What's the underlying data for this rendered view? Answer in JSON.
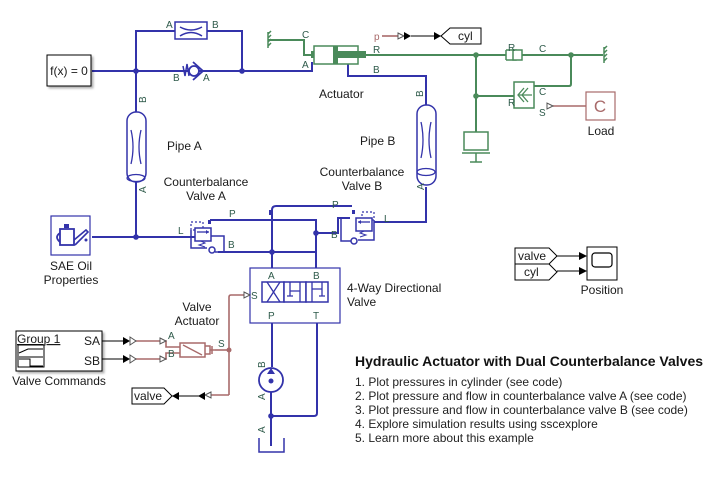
{
  "model": {
    "title": "Hydraulic Actuator with Dual Counterbalance Valves",
    "links": [
      "1. Plot pressures in cylinder (see code)",
      "2. Plot pressure and flow in counterbalance valve A (see code)",
      "3. Plot pressure and flow in counterbalance valve B (see code)",
      "4. Explore simulation results using sscexplore",
      "5. Learn more about this example"
    ]
  },
  "blocks": {
    "solver": {
      "label": "f(x) = 0"
    },
    "actuator": {
      "label": "Actuator",
      "ports": {
        "C": "C",
        "A": "A",
        "R": "R",
        "B": "B"
      }
    },
    "pipe_a": {
      "label": "Pipe A",
      "port_top": "B",
      "port_bottom": "A"
    },
    "pipe_b": {
      "label": "Pipe B",
      "port_top": "B",
      "port_bottom": "A"
    },
    "orifice": {
      "port_a": "A",
      "port_b": "B"
    },
    "check_valve": {
      "port_a": "A",
      "port_b": "B"
    },
    "cb_valve_a": {
      "label_line1": "Counterbalance",
      "label_line2": "Valve A",
      "ports": {
        "P": "P",
        "L": "L",
        "B": "B"
      }
    },
    "cb_valve_b": {
      "label_line1": "Counterbalance",
      "label_line2": "Valve B",
      "ports": {
        "P": "P",
        "L": "L",
        "B": "B"
      }
    },
    "oil": {
      "label_line1": "SAE Oil",
      "label_line2": "Properties"
    },
    "dir_valve": {
      "label_line1": "4-Way Directional",
      "label_line2": "Valve",
      "ports": {
        "A": "A",
        "B": "B",
        "P": "P",
        "T": "T",
        "S": "S"
      }
    },
    "valve_actuator": {
      "label_line1": "Valve",
      "label_line2": "Actuator",
      "ports": {
        "A": "A",
        "B": "B",
        "S": "S"
      }
    },
    "valve_commands": {
      "label": "Valve Commands",
      "group": "Group 1",
      "ports": [
        "SA",
        "SB"
      ]
    },
    "pump": {
      "port_top": "B",
      "port_bottom": "A"
    },
    "tank": {
      "port": "A"
    },
    "load": {
      "label": "Load",
      "glyph": "C"
    },
    "damper": {
      "port_r": "R",
      "port_c": "C"
    },
    "force_source": {
      "port_r": "R",
      "port_c": "C",
      "port_s": "S"
    },
    "position_scope": {
      "label": "Position"
    },
    "sensor_p": {
      "label": "p"
    },
    "goto_cyl": {
      "label": "cyl"
    },
    "goto_valve": {
      "label": "valve"
    },
    "from_valve": {
      "label": "valve"
    },
    "from_cyl": {
      "label": "cyl"
    }
  },
  "colors": {
    "hydraulic": "#3333aa",
    "mechanical": "#4a8a5a",
    "signal_physical": "#a86a6a",
    "signal": "#000000"
  }
}
